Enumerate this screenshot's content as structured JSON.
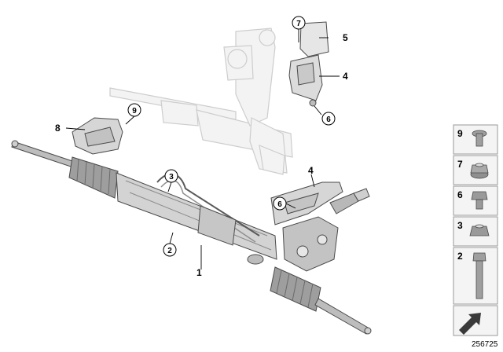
{
  "callouts": {
    "c1": "1",
    "c2": "2",
    "c3": "3",
    "c4a": "4",
    "c4b": "4",
    "c5": "5",
    "c6a": "6",
    "c6b": "6",
    "c7": "7",
    "c8": "8",
    "c9": "9"
  },
  "legend": {
    "items": [
      {
        "num": "9",
        "icon": "torx-bolt-icon"
      },
      {
        "num": "7",
        "icon": "flange-nut-icon"
      },
      {
        "num": "6",
        "icon": "hex-bolt-icon"
      },
      {
        "num": "3",
        "icon": "hex-nut-icon"
      },
      {
        "num": "2",
        "icon": "long-bolt-icon"
      }
    ],
    "footer_icon": "direction-arrow-icon"
  },
  "reference_number": "256725",
  "colors": {
    "part_stroke": "#4a4a4a",
    "part_fill": "#d9d9d9",
    "ghost_stroke": "#c8c8c8",
    "legend_border": "#9a9a9a",
    "legend_fill": "#f4f4f4"
  }
}
